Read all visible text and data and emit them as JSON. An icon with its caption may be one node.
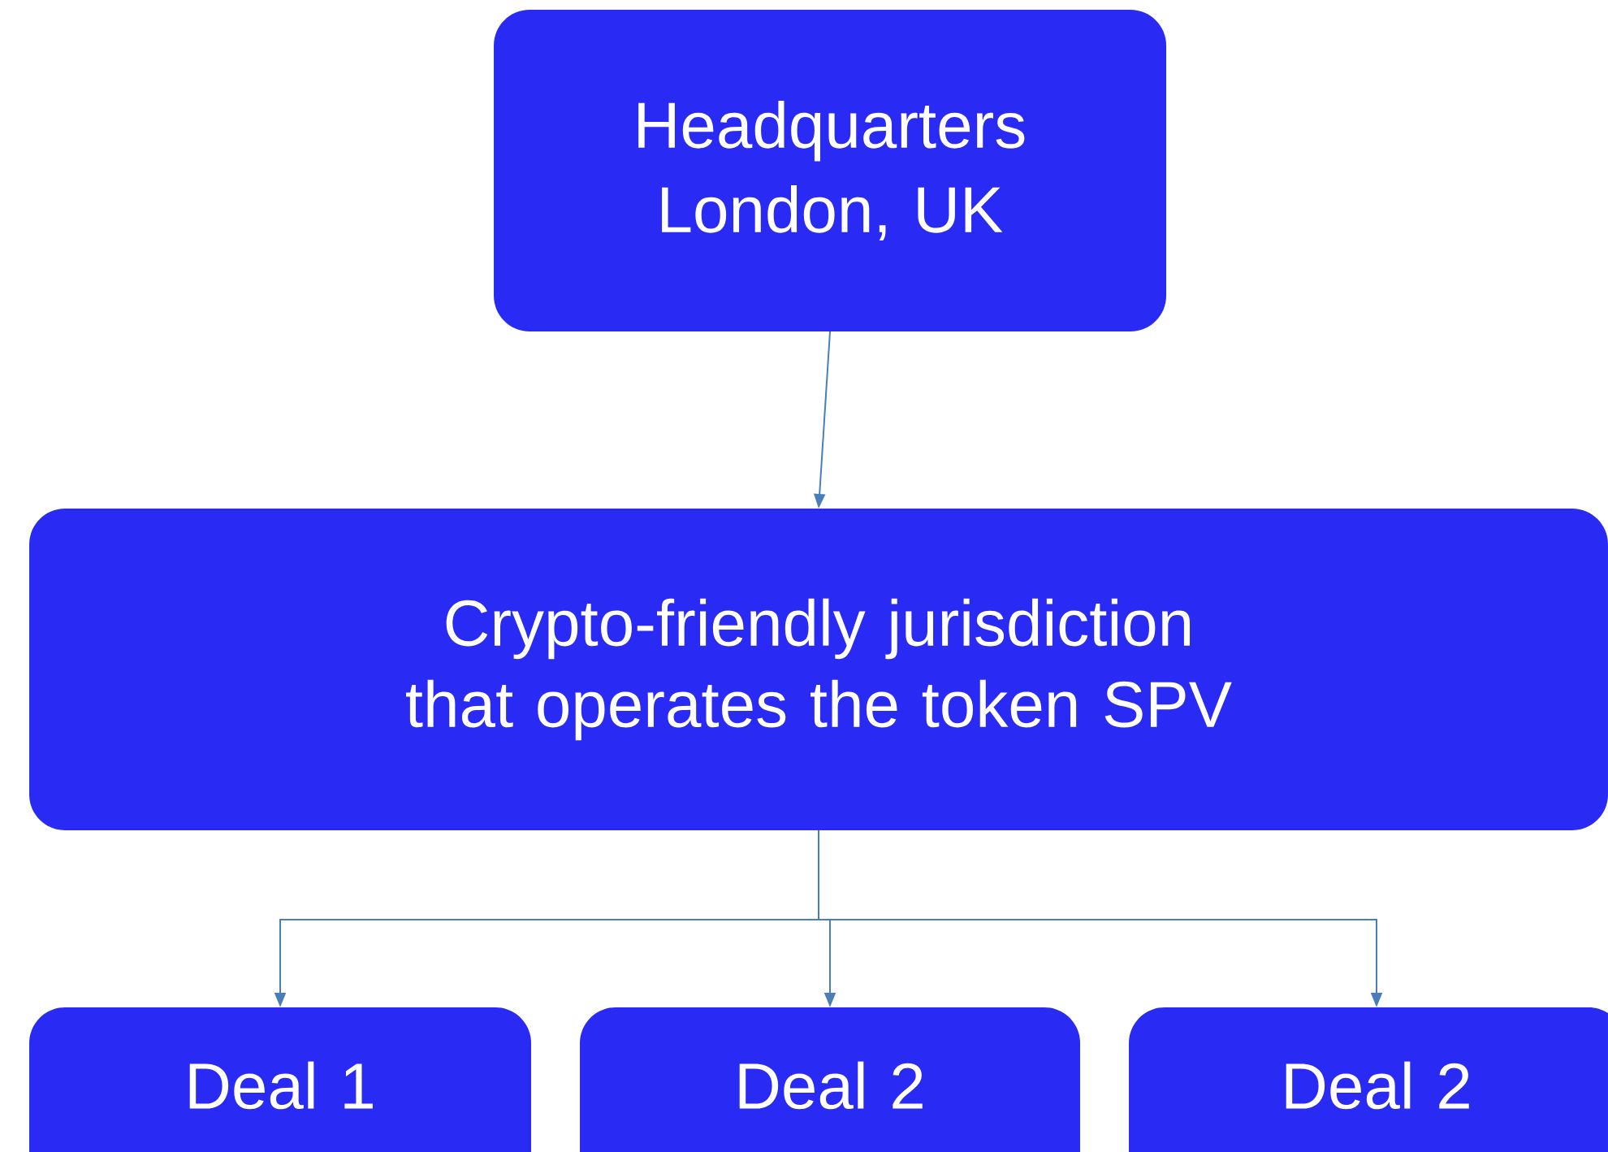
{
  "diagram": {
    "nodes": [
      {
        "text": [
          "Headquarters",
          "London, UK"
        ]
      },
      {
        "text": [
          "Crypto-friendly jurisdiction that operates the token SPV"
        ]
      },
      {
        "text": [
          "Deal 1"
        ]
      },
      {
        "text": [
          "Deal 2"
        ]
      },
      {
        "text": [
          "Deal 2"
        ]
      }
    ],
    "edges": [
      {
        "from": 0,
        "to": 1,
        "arrow": "to"
      },
      {
        "from": 1,
        "to": 2,
        "arrow": "to"
      },
      {
        "from": 1,
        "to": 3,
        "arrow": "to"
      },
      {
        "from": 1,
        "to": 4,
        "arrow": "to"
      }
    ]
  }
}
